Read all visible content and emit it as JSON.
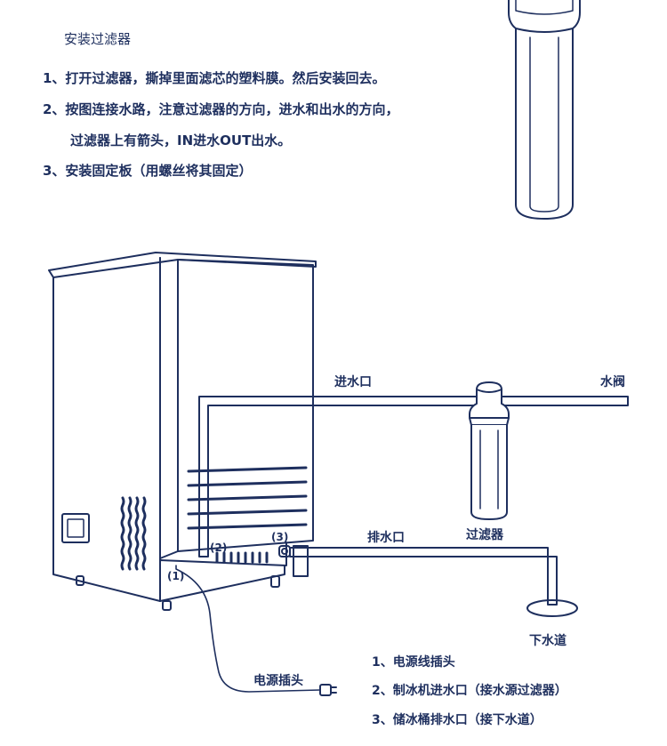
{
  "instructions": {
    "title": "安装过滤器",
    "steps": [
      "1、打开过滤器，撕掉里面滤芯的塑料膜。然后安装回去。",
      "2、按图连接水路，注意过滤器的方向，进水和出水的方向，",
      "过滤器上有箭头，IN进水OUT出水。",
      "3、安装固定板（用螺丝将其固定）"
    ]
  },
  "diagram": {
    "labels": {
      "water_inlet": "进水口",
      "water_valve": "水阀",
      "drain_outlet": "排水口",
      "filter": "过滤器",
      "sewer": "下水道",
      "power_plug": "电源插头"
    },
    "port_markers": [
      "(1)",
      "(2)",
      "(3)"
    ]
  },
  "legend": {
    "items": [
      "1、电源线插头",
      "2、制冰机进水口（接水源过滤器）",
      "3、储冰桶排水口（接下水道）"
    ]
  }
}
